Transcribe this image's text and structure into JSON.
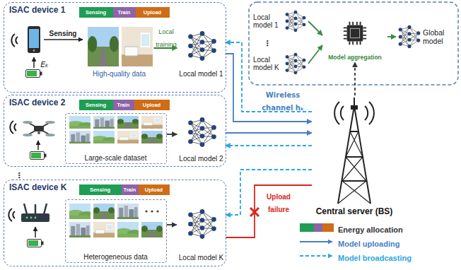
{
  "diagram": {
    "nodes": [
      {
        "text": [
          "ISAC device 1"
        ]
      },
      {
        "text": [
          "Sensing"
        ],
        "in": 0
      },
      {
        "text": [
          "Train"
        ],
        "in": 0
      },
      {
        "text": [
          "Upload"
        ],
        "in": 0
      },
      {
        "text": [
          "High-quality data"
        ],
        "in": 0
      },
      {
        "text": [
          "Local model 1"
        ],
        "in": 0
      },
      {
        "text": [
          "ISAC device 2"
        ]
      },
      {
        "text": [
          "Sensing"
        ],
        "in": 6
      },
      {
        "text": [
          "Train"
        ],
        "in": 6
      },
      {
        "text": [
          "Upload"
        ],
        "in": 6
      },
      {
        "text": [
          "Large-scale dataset"
        ],
        "in": 6
      },
      {
        "text": [
          "Local model 2"
        ],
        "in": 6
      },
      {
        "text": [
          "ISAC device K"
        ]
      },
      {
        "text": [
          "Sensing"
        ],
        "in": 12
      },
      {
        "text": [
          "Train"
        ],
        "in": 12
      },
      {
        "text": [
          "Upload"
        ],
        "in": 12
      },
      {
        "text": [
          "Heterogeneous data"
        ],
        "in": 12
      },
      {
        "text": [
          "Local model K"
        ],
        "in": 12
      },
      {
        "text": [
          "Local model 1"
        ]
      },
      {
        "text": [
          "Local model K"
        ]
      },
      {
        "text": [
          "Model aggregation"
        ]
      },
      {
        "text": [
          "Global model"
        ]
      },
      {
        "text": [
          "Central server (BS)"
        ]
      }
    ],
    "edges": [
      {
        "from": 4,
        "to": 5,
        "arrow": "to",
        "label": "Local training"
      },
      {
        "from": 10,
        "to": 11,
        "arrow": "to"
      },
      {
        "from": 16,
        "to": 17,
        "arrow": "to"
      },
      {
        "from": 5,
        "to": 22,
        "arrow": "to",
        "label": "Wireless channel hₖ"
      },
      {
        "from": 22,
        "to": 5,
        "arrow": "to"
      },
      {
        "from": 11,
        "to": 22,
        "arrow": "to"
      },
      {
        "from": 22,
        "to": 11,
        "arrow": "to"
      },
      {
        "from": 17,
        "to": 22,
        "arrow": "none",
        "label": "Upload failure"
      },
      {
        "from": 22,
        "to": 17,
        "arrow": "to"
      },
      {
        "from": 22,
        "to": 20,
        "arrow": "to"
      },
      {
        "from": 18,
        "to": 20,
        "arrow": "to"
      },
      {
        "from": 19,
        "to": 20,
        "arrow": "to"
      },
      {
        "from": 20,
        "to": 21,
        "arrow": "to"
      }
    ],
    "labels": [
      "Sensing",
      "Eₖ",
      "⋮",
      "⋮"
    ],
    "legend": [
      {
        "text": "Energy allocation"
      },
      {
        "text": "Model uploading"
      },
      {
        "text": "Model broadcasting"
      }
    ]
  }
}
